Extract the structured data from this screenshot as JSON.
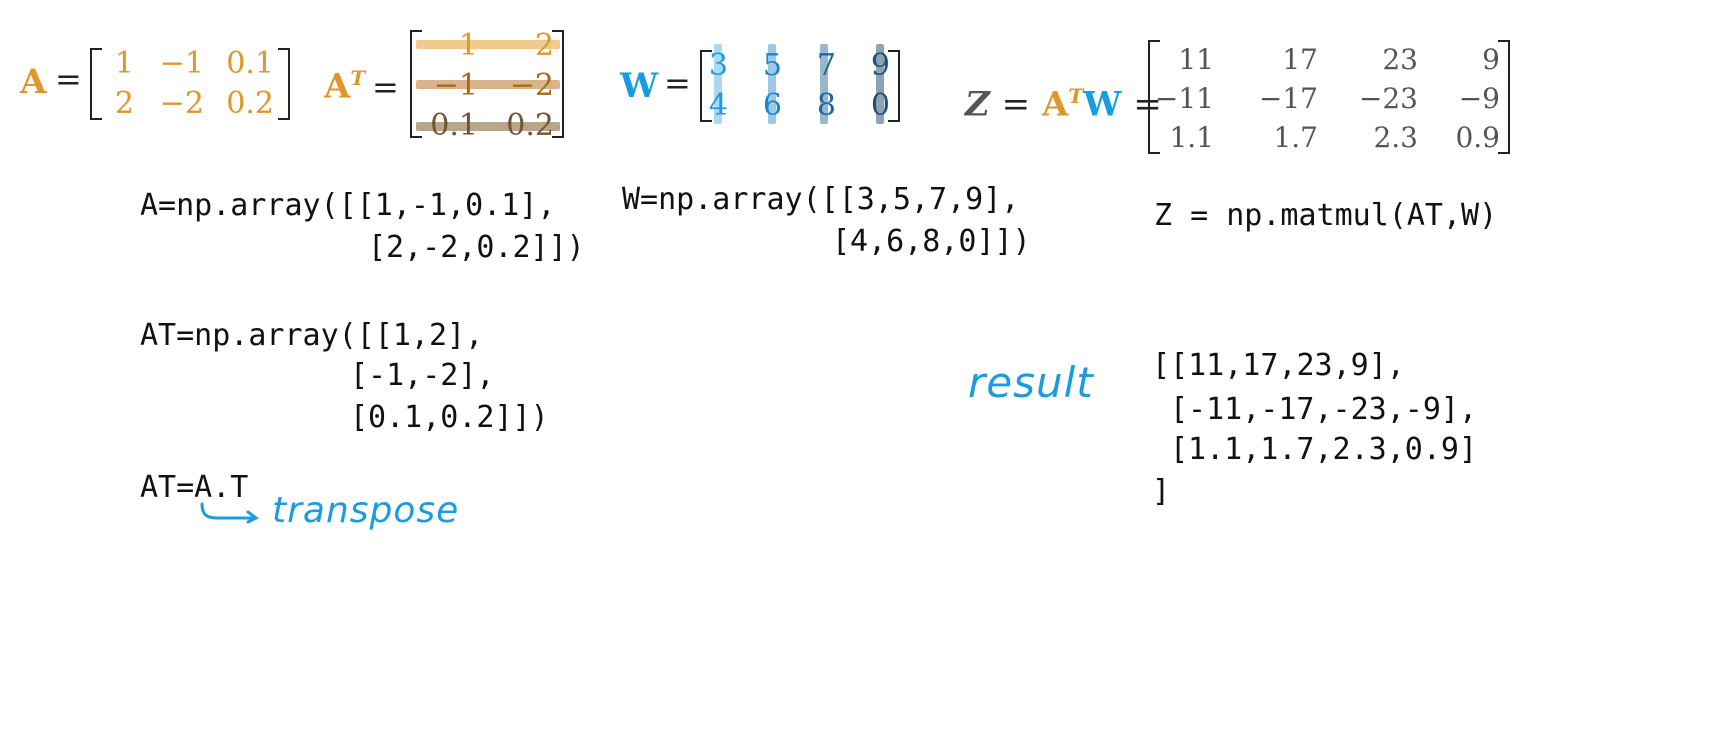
{
  "matrices": {
    "A": {
      "symbol": "A",
      "equals": "=",
      "rows": [
        [
          "1",
          "−1",
          "0.1"
        ],
        [
          "2",
          "−2",
          "0.2"
        ]
      ]
    },
    "AT": {
      "symbol": "A",
      "superscript": "T",
      "equals": "=",
      "rows": [
        [
          "1",
          "2"
        ],
        [
          "−1",
          "−2"
        ],
        [
          "0.1",
          "0.2"
        ]
      ]
    },
    "W": {
      "symbol": "W",
      "equals": "=",
      "rows": [
        [
          "3",
          "5",
          "7",
          "9"
        ],
        [
          "4",
          "6",
          "8",
          "0"
        ]
      ]
    },
    "Z": {
      "lhs": "Z",
      "eq1": "=",
      "a": "A",
      "sup": "T",
      "w": "W",
      "eq2": "=",
      "rows": [
        [
          "11",
          "17",
          "23",
          "9"
        ],
        [
          "−11",
          "−17",
          "−23",
          "−9"
        ],
        [
          "1.1",
          "1.7",
          "2.3",
          "0.9"
        ]
      ]
    }
  },
  "code": {
    "A_line1": "A=np.array([[1,-1,0.1],",
    "A_line2": "[2,-2,0.2]])",
    "W_line1": "W=np.array([[3,5,7,9],",
    "W_line2": "[4,6,8,0]])",
    "Z_line": "Z = np.matmul(AT,W)",
    "AT_line1": "AT=np.array([[1,2],",
    "AT_line2": "[-1,-2],",
    "AT_line3": "[0.1,0.2]])",
    "AT_transpose": "AT=A.T",
    "result_line1": "[[11,17,23,9],",
    "result_line2": "[-11,-17,-23,-9],",
    "result_line3": "[1.1,1.7,2.3,0.9]",
    "result_line4": "]"
  },
  "annotations": {
    "result": "result",
    "transpose": "transpose"
  },
  "colors": {
    "A": "#e0962a",
    "W": "#1b9ce0",
    "Z": "#555555",
    "handwriting": "#1b9ce0"
  }
}
